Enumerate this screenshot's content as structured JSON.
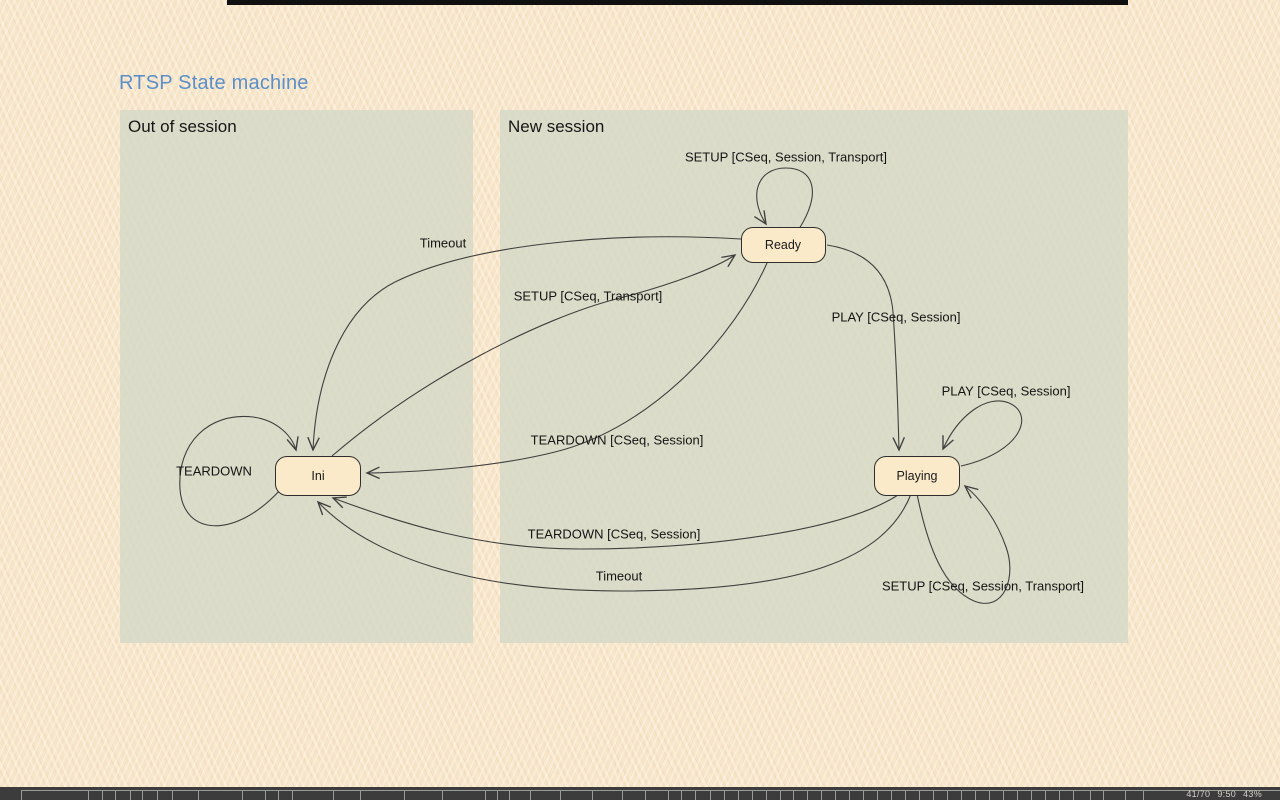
{
  "slide": {
    "title": "RTSP State machine",
    "panels": [
      {
        "id": "out-of-session",
        "label": "Out of session"
      },
      {
        "id": "new-session",
        "label": "New session"
      }
    ],
    "nodes": [
      {
        "id": "ini",
        "label": "Ini"
      },
      {
        "id": "ready",
        "label": "Ready"
      },
      {
        "id": "playing",
        "label": "Playing"
      }
    ],
    "edges": [
      {
        "id": "ready-self",
        "from": "ready",
        "to": "ready",
        "label": "SETUP [CSeq, Session, Transport]"
      },
      {
        "id": "timeout-ready-ini",
        "from": "ready",
        "to": "ini",
        "label": "Timeout"
      },
      {
        "id": "setup-ini-ready",
        "from": "ini",
        "to": "ready",
        "label": "SETUP [CSeq, Transport]"
      },
      {
        "id": "teardown-ready-ini",
        "from": "ready",
        "to": "ini",
        "label": "TEARDOWN [CSeq, Session]"
      },
      {
        "id": "play-ready-playing",
        "from": "ready",
        "to": "playing",
        "label": "PLAY [CSeq, Session]"
      },
      {
        "id": "play-self",
        "from": "playing",
        "to": "playing",
        "label": "PLAY [CSeq, Session]"
      },
      {
        "id": "teardown-playing-ini",
        "from": "playing",
        "to": "ini",
        "label": "TEARDOWN [CSeq, Session]"
      },
      {
        "id": "timeout-playing-ini",
        "from": "playing",
        "to": "ini",
        "label": "Timeout"
      },
      {
        "id": "setup-playing-self",
        "from": "playing",
        "to": "playing",
        "label": "SETUP [CSeq, Session, Transport]"
      },
      {
        "id": "ini-self",
        "from": "ini",
        "to": "ini",
        "label": "TEARDOWN"
      }
    ]
  },
  "status_bar": {
    "page_indicator": "41/70",
    "time": "9:50",
    "progress_percent": "43%"
  },
  "colors": {
    "background": "#f8e7c9",
    "panel": "#e2e1d3",
    "node_fill": "#faeaca",
    "node_border": "#2e2e2e",
    "edge_line": "#3f3f3f",
    "title_accent": "#5b8fc9",
    "status_bar_bg": "#3c3c3c",
    "status_bar_fg": "#9a9a9a",
    "top_bar": "#101010"
  }
}
